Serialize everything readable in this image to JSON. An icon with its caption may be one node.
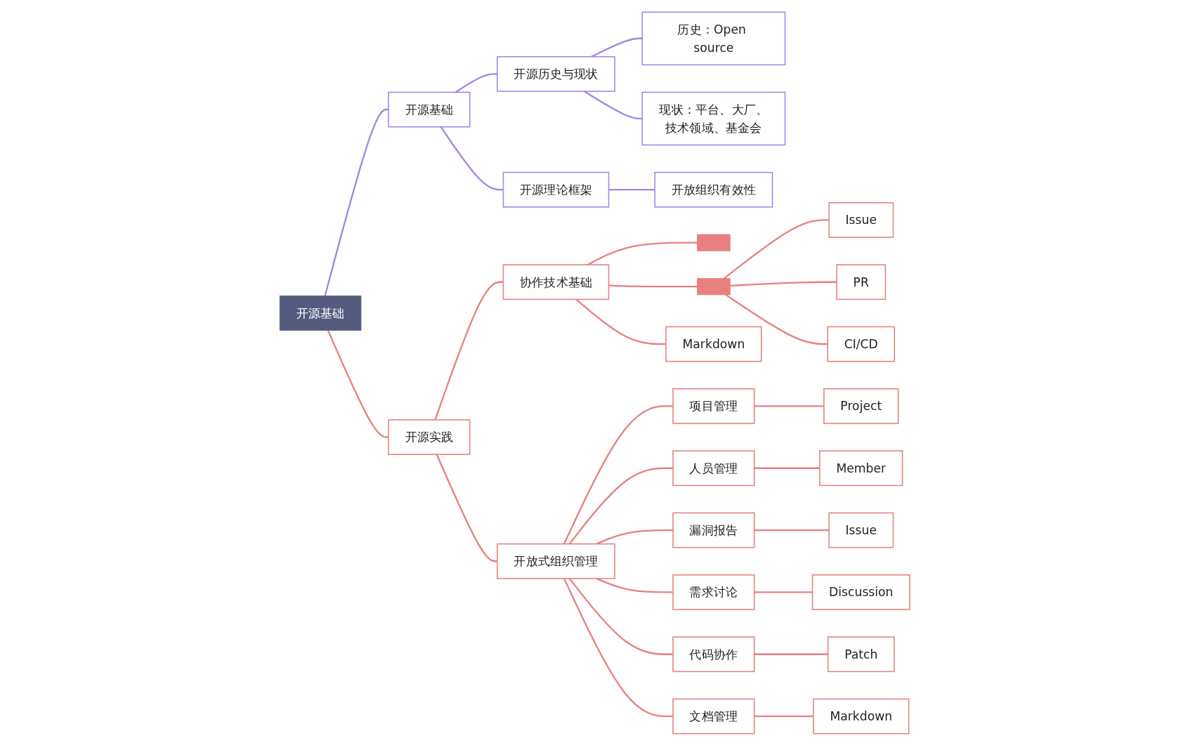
{
  "diagram": {
    "nodes": [
      {
        "text": [
          "开源基础"
        ]
      },
      {
        "text": [
          "开源基础"
        ]
      },
      {
        "text": [
          "开源历史与现状"
        ]
      },
      {
        "text": [
          "历史：Open source"
        ]
      },
      {
        "text": [
          "现状：平台、大厂、技术领域、基金会"
        ]
      },
      {
        "text": [
          "开源理论框架"
        ]
      },
      {
        "text": [
          "开放组织有效性"
        ]
      },
      {
        "text": [
          "开源实践"
        ]
      },
      {
        "text": [
          "协作技术基础"
        ]
      },
      {
        "text": [],
        "shape": "bar"
      },
      {
        "text": [],
        "shape": "bar"
      },
      {
        "text": [
          "Issue"
        ]
      },
      {
        "text": [
          "PR"
        ]
      },
      {
        "text": [
          "CI/CD"
        ]
      },
      {
        "text": [
          "Markdown"
        ]
      },
      {
        "text": [
          "开放式组织管理"
        ]
      },
      {
        "text": [
          "项目管理"
        ]
      },
      {
        "text": [
          "Project"
        ]
      },
      {
        "text": [
          "人员管理"
        ]
      },
      {
        "text": [
          "Member"
        ]
      },
      {
        "text": [
          "漏洞报告"
        ]
      },
      {
        "text": [
          "Issue"
        ]
      },
      {
        "text": [
          "需求讨论"
        ]
      },
      {
        "text": [
          "Discussion"
        ]
      },
      {
        "text": [
          "代码协作"
        ]
      },
      {
        "text": [
          "Patch"
        ]
      },
      {
        "text": [
          "文档管理"
        ]
      },
      {
        "text": [
          "Markdown"
        ]
      }
    ],
    "edges": [
      {
        "from": 0,
        "to": 1,
        "arrow": "none",
        "color": "#a484e4"
      },
      {
        "from": 1,
        "to": 2,
        "arrow": "none",
        "color": "#a484e4"
      },
      {
        "from": 2,
        "to": 3,
        "arrow": "none",
        "color": "#a484e4"
      },
      {
        "from": 2,
        "to": 4,
        "arrow": "none",
        "color": "#a484e4"
      },
      {
        "from": 1,
        "to": 5,
        "arrow": "none",
        "color": "#a484e4"
      },
      {
        "from": 5,
        "to": 6,
        "arrow": "none",
        "color": "#a484e4"
      },
      {
        "from": 0,
        "to": 7,
        "arrow": "none"
      },
      {
        "from": 7,
        "to": 8,
        "arrow": "none"
      },
      {
        "from": 8,
        "to": 9,
        "arrow": "none"
      },
      {
        "from": 8,
        "to": 10,
        "arrow": "none"
      },
      {
        "from": 10,
        "to": 11,
        "arrow": "none"
      },
      {
        "from": 10,
        "to": 12,
        "arrow": "none"
      },
      {
        "from": 10,
        "to": 13,
        "arrow": "none"
      },
      {
        "from": 8,
        "to": 14,
        "arrow": "none"
      },
      {
        "from": 7,
        "to": 15,
        "arrow": "none"
      },
      {
        "from": 15,
        "to": 16,
        "arrow": "none"
      },
      {
        "from": 16,
        "to": 17,
        "arrow": "none"
      },
      {
        "from": 15,
        "to": 18,
        "arrow": "none"
      },
      {
        "from": 18,
        "to": 19,
        "arrow": "none"
      },
      {
        "from": 15,
        "to": 20,
        "arrow": "none"
      },
      {
        "from": 20,
        "to": 21,
        "arrow": "none"
      },
      {
        "from": 15,
        "to": 22,
        "arrow": "none"
      },
      {
        "from": 22,
        "to": 23,
        "arrow": "none"
      },
      {
        "from": 15,
        "to": 24,
        "arrow": "none"
      },
      {
        "from": 24,
        "to": 25,
        "arrow": "none"
      },
      {
        "from": 15,
        "to": 26,
        "arrow": "none"
      },
      {
        "from": 26,
        "to": 27,
        "arrow": "none"
      }
    ]
  }
}
